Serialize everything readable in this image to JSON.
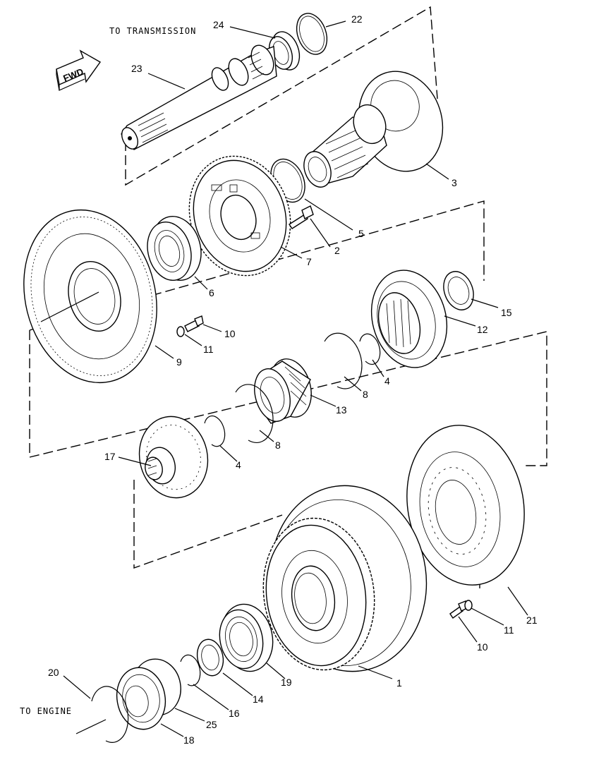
{
  "diagram": {
    "captions": {
      "to_transmission": "TO TRANSMISSION",
      "to_engine": "TO ENGINE",
      "fwd": "FWD"
    },
    "callouts": [
      {
        "id": "c1",
        "text": "1"
      },
      {
        "id": "c2",
        "text": "2"
      },
      {
        "id": "c3",
        "text": "3"
      },
      {
        "id": "c4a",
        "text": "4"
      },
      {
        "id": "c4b",
        "text": "4"
      },
      {
        "id": "c5",
        "text": "5"
      },
      {
        "id": "c6",
        "text": "6"
      },
      {
        "id": "c7",
        "text": "7"
      },
      {
        "id": "c8a",
        "text": "8"
      },
      {
        "id": "c8b",
        "text": "8"
      },
      {
        "id": "c9",
        "text": "9"
      },
      {
        "id": "c10a",
        "text": "10"
      },
      {
        "id": "c10b",
        "text": "10"
      },
      {
        "id": "c11a",
        "text": "11"
      },
      {
        "id": "c11b",
        "text": "11"
      },
      {
        "id": "c12",
        "text": "12"
      },
      {
        "id": "c13",
        "text": "13"
      },
      {
        "id": "c14",
        "text": "14"
      },
      {
        "id": "c15",
        "text": "15"
      },
      {
        "id": "c16",
        "text": "16"
      },
      {
        "id": "c17",
        "text": "17"
      },
      {
        "id": "c18",
        "text": "18"
      },
      {
        "id": "c19",
        "text": "19"
      },
      {
        "id": "c20",
        "text": "20"
      },
      {
        "id": "c21",
        "text": "21"
      },
      {
        "id": "c22",
        "text": "22"
      },
      {
        "id": "c23",
        "text": "23"
      },
      {
        "id": "c24",
        "text": "24"
      },
      {
        "id": "c25",
        "text": "25"
      }
    ]
  }
}
